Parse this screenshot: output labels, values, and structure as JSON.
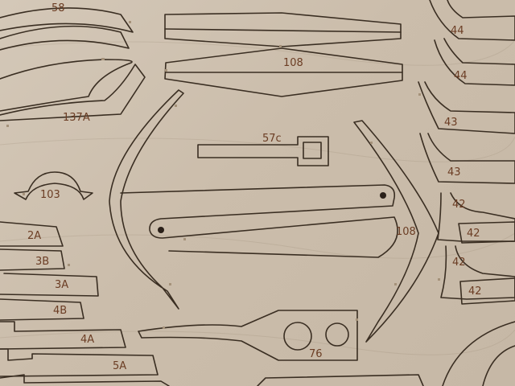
{
  "image": {
    "description_visible": "Laser-cut plywood sheet with numbered model parts",
    "background_color": "#cdc0af",
    "cut_line_color": "#3a2e22",
    "label_color": "#6b3d24"
  },
  "parts": {
    "p58": "58",
    "p137a": "137A",
    "p103": "103",
    "p2a": "2A",
    "p3b": "3B",
    "p3a": "3A",
    "p4b": "4B",
    "p4a": "4A",
    "p5a": "5A",
    "p108_top": "108",
    "p57c": "57c",
    "p108_anchor": "108",
    "p76": "76",
    "p44_a": "44",
    "p44_b": "44",
    "p43_a": "43",
    "p43_b": "43",
    "p42_a": "42",
    "p42_b": "42",
    "p42_c": "42",
    "p42_d": "42"
  }
}
